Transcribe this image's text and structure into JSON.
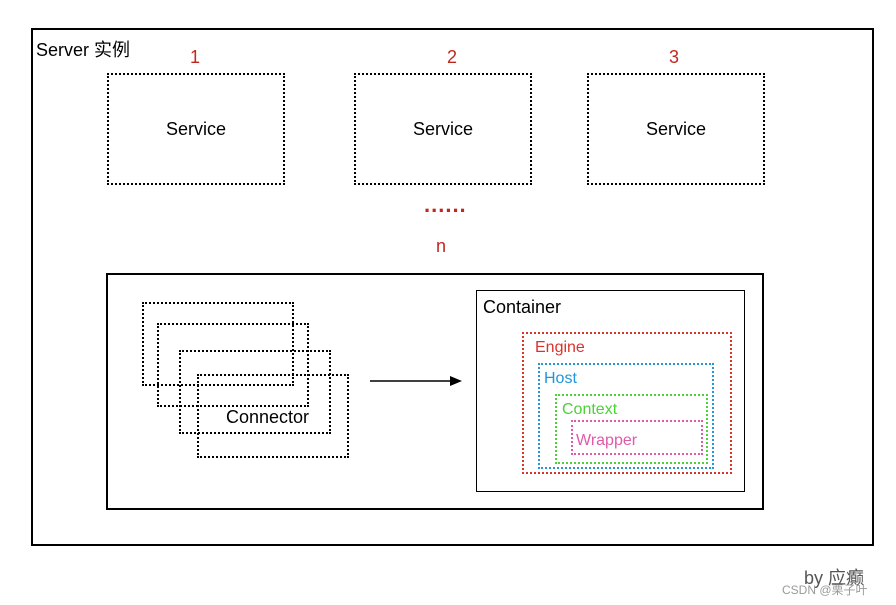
{
  "server": {
    "label": "Server 实例"
  },
  "services": [
    {
      "number": "1",
      "label": "Service"
    },
    {
      "number": "2",
      "label": "Service"
    },
    {
      "number": "3",
      "label": "Service"
    }
  ],
  "more": {
    "dots": "......",
    "n": "n"
  },
  "connector": {
    "label": "Connector"
  },
  "container": {
    "label": "Container",
    "engine": "Engine",
    "host": "Host",
    "context": "Context",
    "wrapper": "Wrapper"
  },
  "colors": {
    "numbers": "#c0281e",
    "engine": "#d9332b",
    "host": "#2196d9",
    "context": "#4cd137",
    "wrapper": "#e05aa8"
  },
  "footer": {
    "author": "by 应癫",
    "watermark": "CSDN @栗子叶"
  }
}
